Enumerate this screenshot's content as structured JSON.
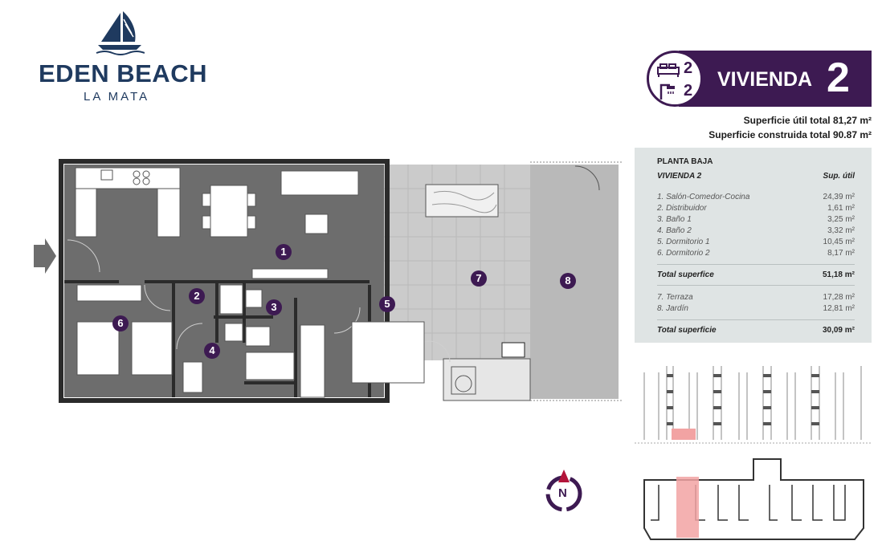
{
  "brand": {
    "name": "EDEN BEACH",
    "subtitle": "LA MATA"
  },
  "unit": {
    "title": "VIVIENDA",
    "number": "2",
    "bedrooms": "2",
    "bathrooms": "2"
  },
  "surfaces": {
    "util_total": "Superficie útil total 81,27 m²",
    "construida_total": "Superficie construida total 90.87 m²"
  },
  "table": {
    "floor": "PLANTA BAJA",
    "unit_label": "VIVIENDA 2",
    "column_label": "Sup. útil",
    "rooms": [
      {
        "label": "1. Salón-Comedor-Cocina",
        "value": "24,39 m²"
      },
      {
        "label": "2. Distribuidor",
        "value": "1,61 m²"
      },
      {
        "label": "3. Baño 1",
        "value": "3,25 m²"
      },
      {
        "label": "4. Baño 2",
        "value": "3,32 m²"
      },
      {
        "label": "5. Dormitorio 1",
        "value": "10,45 m²"
      },
      {
        "label": "6. Dormitorio 2",
        "value": "8,17 m²"
      }
    ],
    "interior_total": {
      "label": "Total superfice",
      "value": "51,18 m²"
    },
    "exterior": [
      {
        "label": "7. Terraza",
        "value": "17,28 m²"
      },
      {
        "label": "8. Jardín",
        "value": "12,81 m²"
      }
    ],
    "exterior_total": {
      "label": "Total superficie",
      "value": "30,09 m²"
    }
  },
  "plan_markers": [
    "1",
    "2",
    "3",
    "4",
    "5",
    "6",
    "7",
    "8"
  ],
  "compass": {
    "letter": "N"
  },
  "colors": {
    "brand_purple": "#3d1a52",
    "brand_blue": "#1f3a5f",
    "floor_dark": "#6d6d6d",
    "terrace": "#cbcbcb",
    "garden": "#b9b9b9",
    "table_bg": "#dfe4e4",
    "highlight": "#f2a3a3"
  }
}
